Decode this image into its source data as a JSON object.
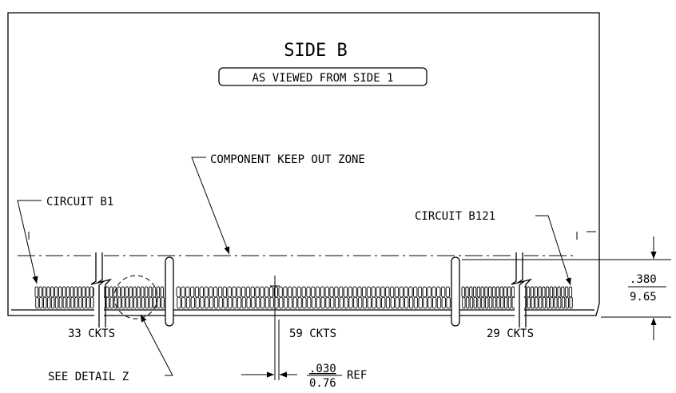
{
  "title": "SIDE B",
  "subtitle": "AS VIEWED FROM SIDE 1",
  "callouts": {
    "keepout": "COMPONENT KEEP OUT ZONE",
    "circuit_first": "CIRCUIT B1",
    "circuit_last": "CIRCUIT B121",
    "detail": "SEE DETAIL Z"
  },
  "segments": [
    {
      "label": "33 CKTS",
      "count": 33
    },
    {
      "label": "59 CKTS",
      "count": 59
    },
    {
      "label": "29 CKTS",
      "count": 29
    }
  ],
  "dimensions": {
    "height_in": ".380",
    "height_mm": "9.65",
    "pitch_in": ".030",
    "pitch_mm": "0.76",
    "pitch_suffix": "REF"
  }
}
